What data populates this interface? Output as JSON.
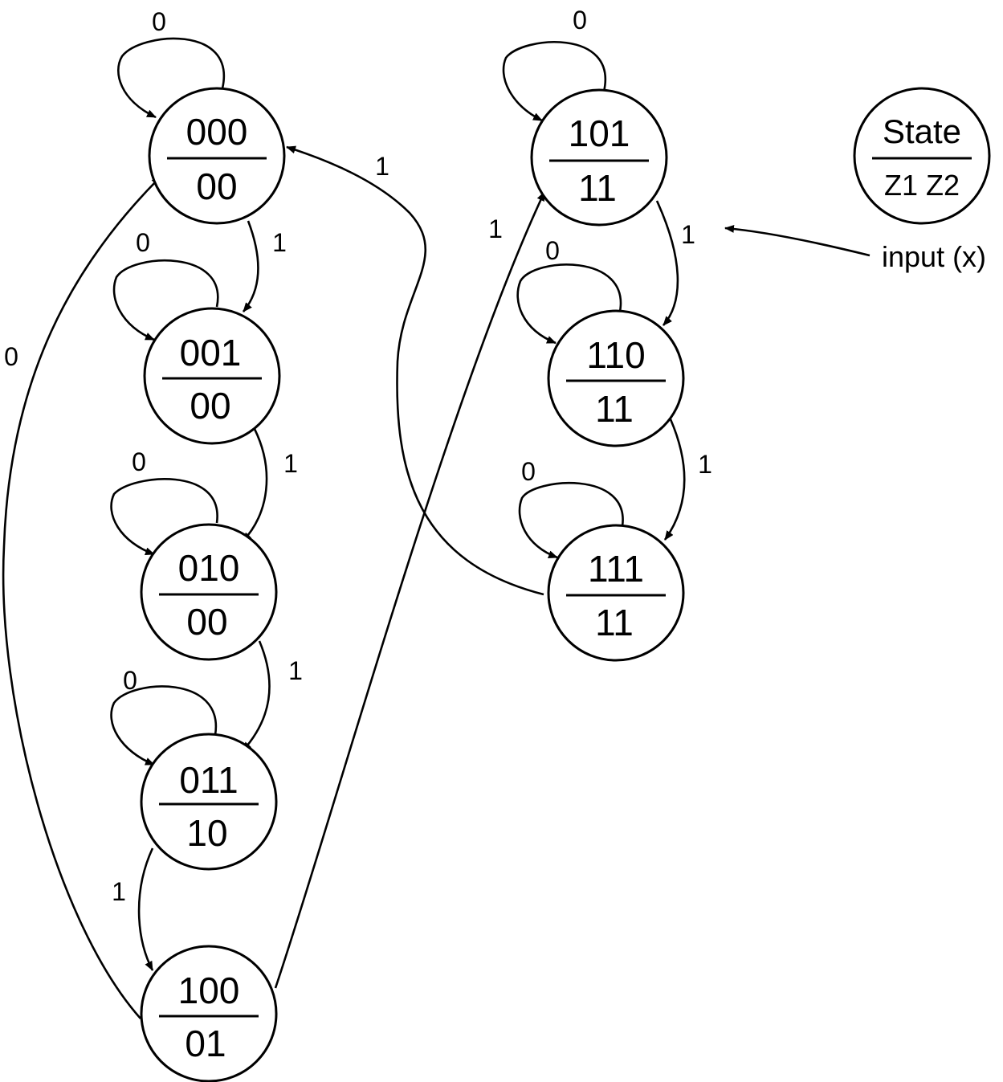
{
  "states": [
    {
      "id": "s000",
      "state": "000",
      "output": "00"
    },
    {
      "id": "s001",
      "state": "001",
      "output": "00"
    },
    {
      "id": "s010",
      "state": "010",
      "output": "00"
    },
    {
      "id": "s011",
      "state": "011",
      "output": "10"
    },
    {
      "id": "s100",
      "state": "100",
      "output": "01"
    },
    {
      "id": "s101",
      "state": "101",
      "output": "11"
    },
    {
      "id": "s110",
      "state": "110",
      "output": "11"
    },
    {
      "id": "s111",
      "state": "111",
      "output": "11"
    }
  ],
  "transitions": [
    {
      "from": "000",
      "to": "000",
      "input": "0"
    },
    {
      "from": "000",
      "to": "001",
      "input": "1"
    },
    {
      "from": "001",
      "to": "001",
      "input": "0"
    },
    {
      "from": "001",
      "to": "010",
      "input": "1"
    },
    {
      "from": "010",
      "to": "010",
      "input": "0"
    },
    {
      "from": "010",
      "to": "011",
      "input": "1"
    },
    {
      "from": "011",
      "to": "011",
      "input": "0"
    },
    {
      "from": "011",
      "to": "100",
      "input": "1"
    },
    {
      "from": "100",
      "to": "000",
      "input": "0"
    },
    {
      "from": "100",
      "to": "101",
      "input": "1"
    },
    {
      "from": "101",
      "to": "101",
      "input": "0"
    },
    {
      "from": "101",
      "to": "110",
      "input": "1"
    },
    {
      "from": "110",
      "to": "110",
      "input": "0"
    },
    {
      "from": "110",
      "to": "111",
      "input": "1"
    },
    {
      "from": "111",
      "to": "111",
      "input": "0"
    },
    {
      "from": "111",
      "to": "000",
      "input": "1"
    }
  ],
  "legend": {
    "state_label": "State",
    "output_label": "Z1 Z2",
    "input_label": "input (x)"
  }
}
